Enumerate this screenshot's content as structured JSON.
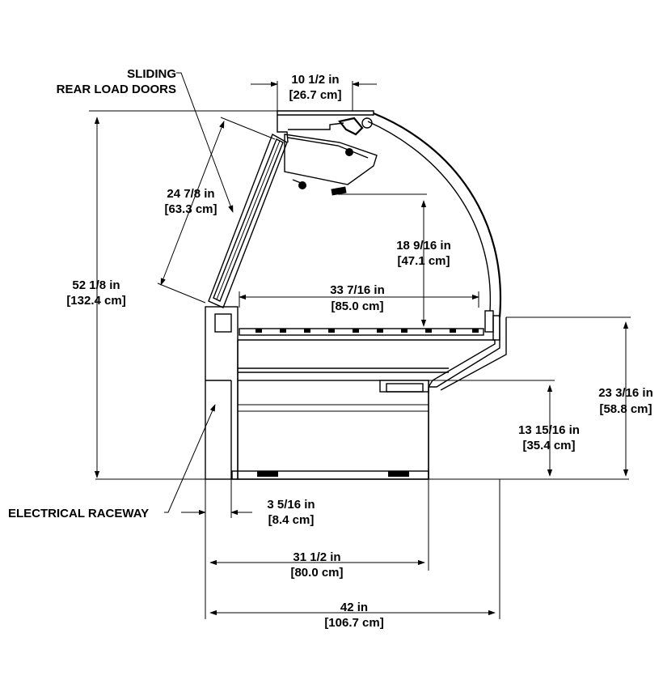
{
  "callouts": {
    "sliding_line1": "SLIDING",
    "sliding_line2": "REAR LOAD DOORS",
    "raceway": "ELECTRICAL RACEWAY"
  },
  "dimensions": {
    "top_depth": {
      "imperial": "10 1/2 in",
      "metric": "[26.7 cm]"
    },
    "door_length": {
      "imperial": "24 7/8 in",
      "metric": "[63.3 cm]"
    },
    "overall_height": {
      "imperial": "52 1/8 in",
      "metric": "[132.4 cm]"
    },
    "display_height": {
      "imperial": "18 9/16 in",
      "metric": "[47.1 cm]"
    },
    "deck_width": {
      "imperial": "33 7/16 in",
      "metric": "[85.0 cm]"
    },
    "front_height": {
      "imperial": "23 3/16 in",
      "metric": "[58.8 cm]"
    },
    "base_height": {
      "imperial": "13 15/16 in",
      "metric": "[35.4 cm]"
    },
    "raceway_depth": {
      "imperial": "3 5/16 in",
      "metric": "[8.4 cm]"
    },
    "base_depth": {
      "imperial": "31 1/2 in",
      "metric": "[80.0 cm]"
    },
    "overall_depth": {
      "imperial": "42 in",
      "metric": "[106.7 cm]"
    }
  }
}
